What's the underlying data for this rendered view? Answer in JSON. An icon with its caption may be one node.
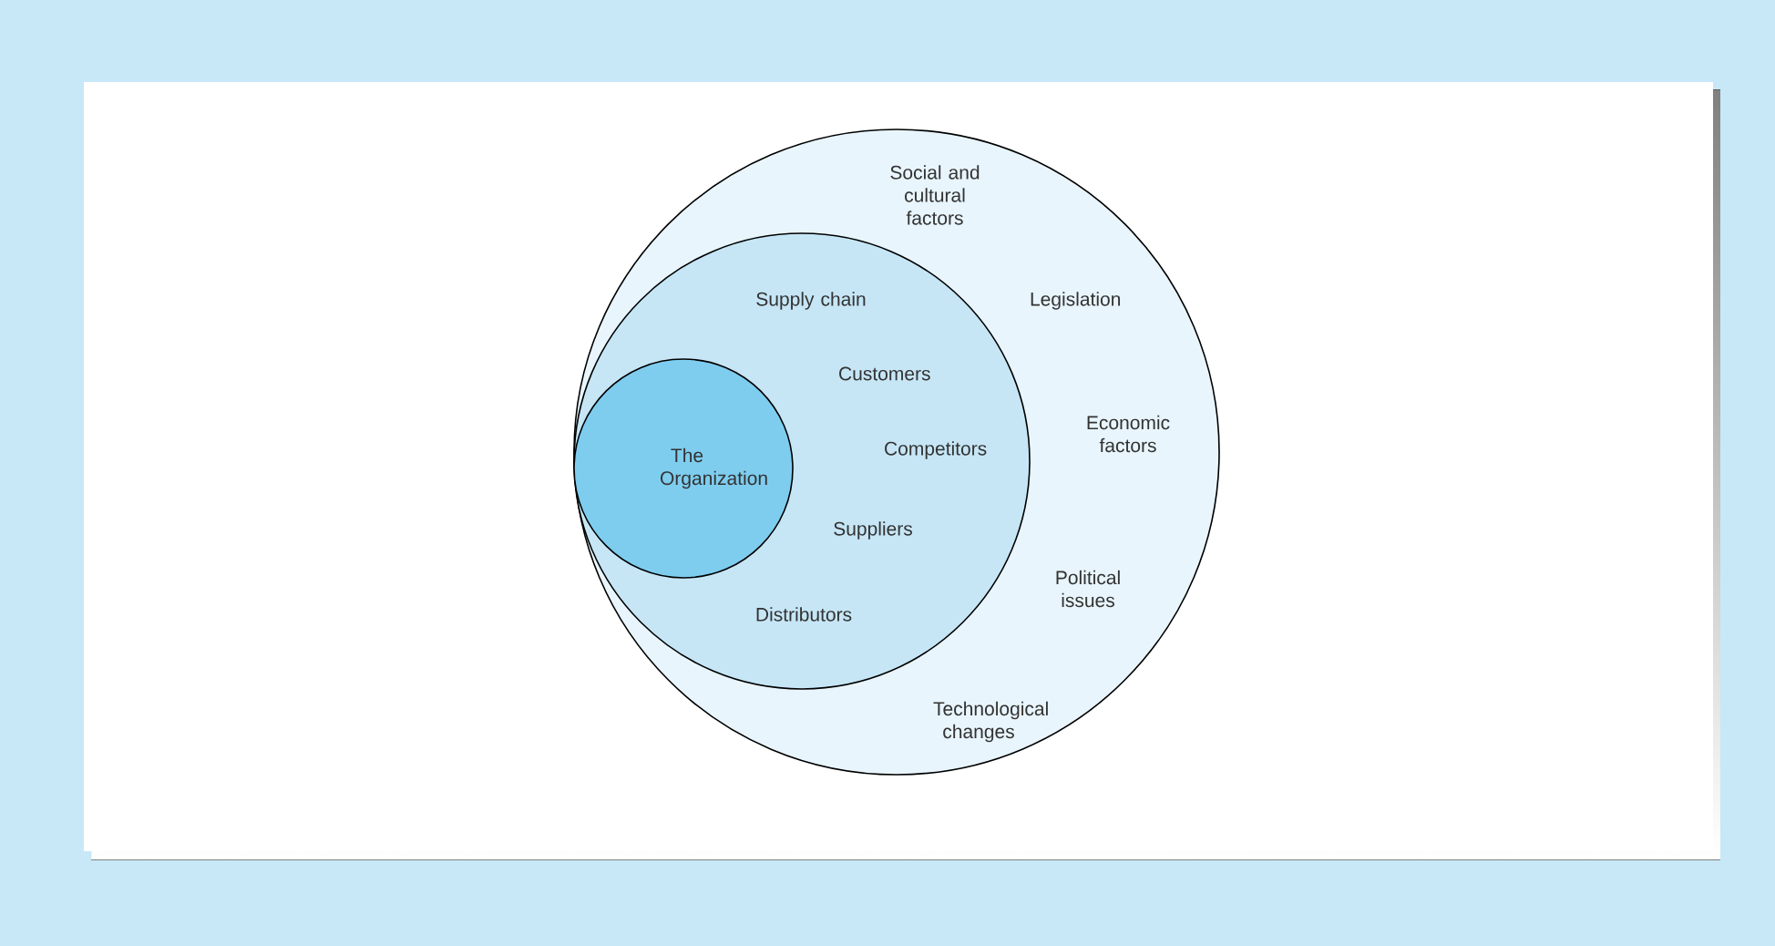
{
  "diagram": {
    "nodes": [
      {
        "text": [
          "Social and cultural factors",
          "Legislation",
          "Economic factors",
          "Political issues",
          "Technological changes"
        ]
      },
      {
        "text": [
          "Supply chain",
          "Customers",
          "Competitors",
          "Suppliers",
          "Distributors"
        ],
        "in": 0
      },
      {
        "text": [
          "The Organization"
        ],
        "in": 1
      }
    ]
  }
}
